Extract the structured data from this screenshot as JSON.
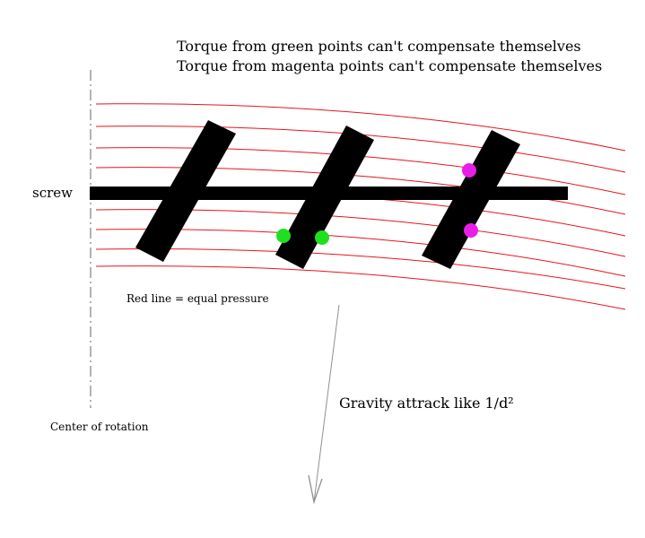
{
  "title_lines": [
    "Torque from green points can't compensate themselves",
    "Torque from magenta points can't compensate themselves"
  ],
  "labels": {
    "screw": "screw",
    "legend": "Red line = equal pressure",
    "gravity": "Gravity attrack like 1/d²",
    "center": "Center of rotation"
  },
  "colors": {
    "pressure_line": "#e8141c",
    "blade": "#000000",
    "screw": "#000000",
    "green_point": "#1fe01f",
    "magenta_point": "#e81ee8",
    "gravity_arrow": "#909090",
    "axis": "#808080"
  }
}
